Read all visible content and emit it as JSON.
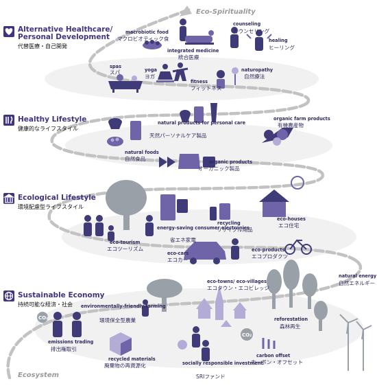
{
  "axis": {
    "top": "Eco-Spirituality",
    "bottom": "Ecosystem"
  },
  "colors": {
    "accent": "#3d357f",
    "icon": "#6f64a8",
    "path": "#c2c2c2",
    "ellipse": "#f0f0f0"
  },
  "sections": [
    {
      "title_line1": "Alternative Healthcare/",
      "title_line2": "Personal Development",
      "subtitle": "代替医療・自己開発",
      "icon": "heart-icon",
      "items": [
        {
          "en": "macrobiotic food",
          "jp": "マクロビオティック食"
        },
        {
          "en": "integrated medicine",
          "jp": "統合医療"
        },
        {
          "en": "counseling",
          "jp": "カウンセリング"
        },
        {
          "en": "healing",
          "jp": "ヒーリング"
        },
        {
          "en": "spas",
          "jp": "スパ"
        },
        {
          "en": "yoga",
          "jp": "ヨガ"
        },
        {
          "en": "fitness",
          "jp": "フィットネス"
        },
        {
          "en": "naturopathy",
          "jp": "自然療法"
        }
      ]
    },
    {
      "title_line1": "Healthy Lifestyle",
      "subtitle": "健康的なライフスタイル",
      "icon": "fork-knife-icon",
      "items": [
        {
          "en": "natural products for personal care",
          "jp": "天然パーソナルケア製品"
        },
        {
          "en": "organic farm products",
          "jp": "有機農産物"
        },
        {
          "en": "natural foods",
          "jp": "自然食品"
        },
        {
          "en": "organic products",
          "jp": "オーガニック製品"
        }
      ]
    },
    {
      "title_line1": "Ecological Lifestyle",
      "subtitle": "環境配慮型ライフスタイル",
      "icon": "building-columns-icon",
      "items": [
        {
          "en": "energy-saving consumer electronics",
          "jp": "省エネ家電"
        },
        {
          "en": "recycling",
          "jp": "リサイクル用品"
        },
        {
          "en": "eco-houses",
          "jp": "エコ住宅"
        },
        {
          "en": "eco-tourism",
          "jp": "エコツーリズム"
        },
        {
          "en": "eco-cars",
          "jp": "エコカー"
        },
        {
          "en": "eco-products",
          "jp": "エコプロダクツ"
        }
      ]
    },
    {
      "title_line1": "Sustainable Economy",
      "subtitle": "持続可能な経済・社会",
      "icon": "globe-icon",
      "items": [
        {
          "en": "environmentally-friendly farming",
          "jp": "環境保全型農業"
        },
        {
          "en": "eco-towns/ eco-villages",
          "jp": "エコタウン・エコビレッジ"
        },
        {
          "en": "natural energy",
          "jp": "自然エネルギー"
        },
        {
          "en": "reforestation",
          "jp": "森林再生"
        },
        {
          "en": "emissions trading",
          "jp": "排出権取引"
        },
        {
          "en": "recycled materials",
          "jp": "廃棄物の再資源化"
        },
        {
          "en": "socially responsible investment",
          "jp": "SRIファンド"
        },
        {
          "en": "carbon offset",
          "jp": "カーボン・オフセット"
        }
      ]
    }
  ],
  "badges": {
    "co2": "CO₂"
  }
}
